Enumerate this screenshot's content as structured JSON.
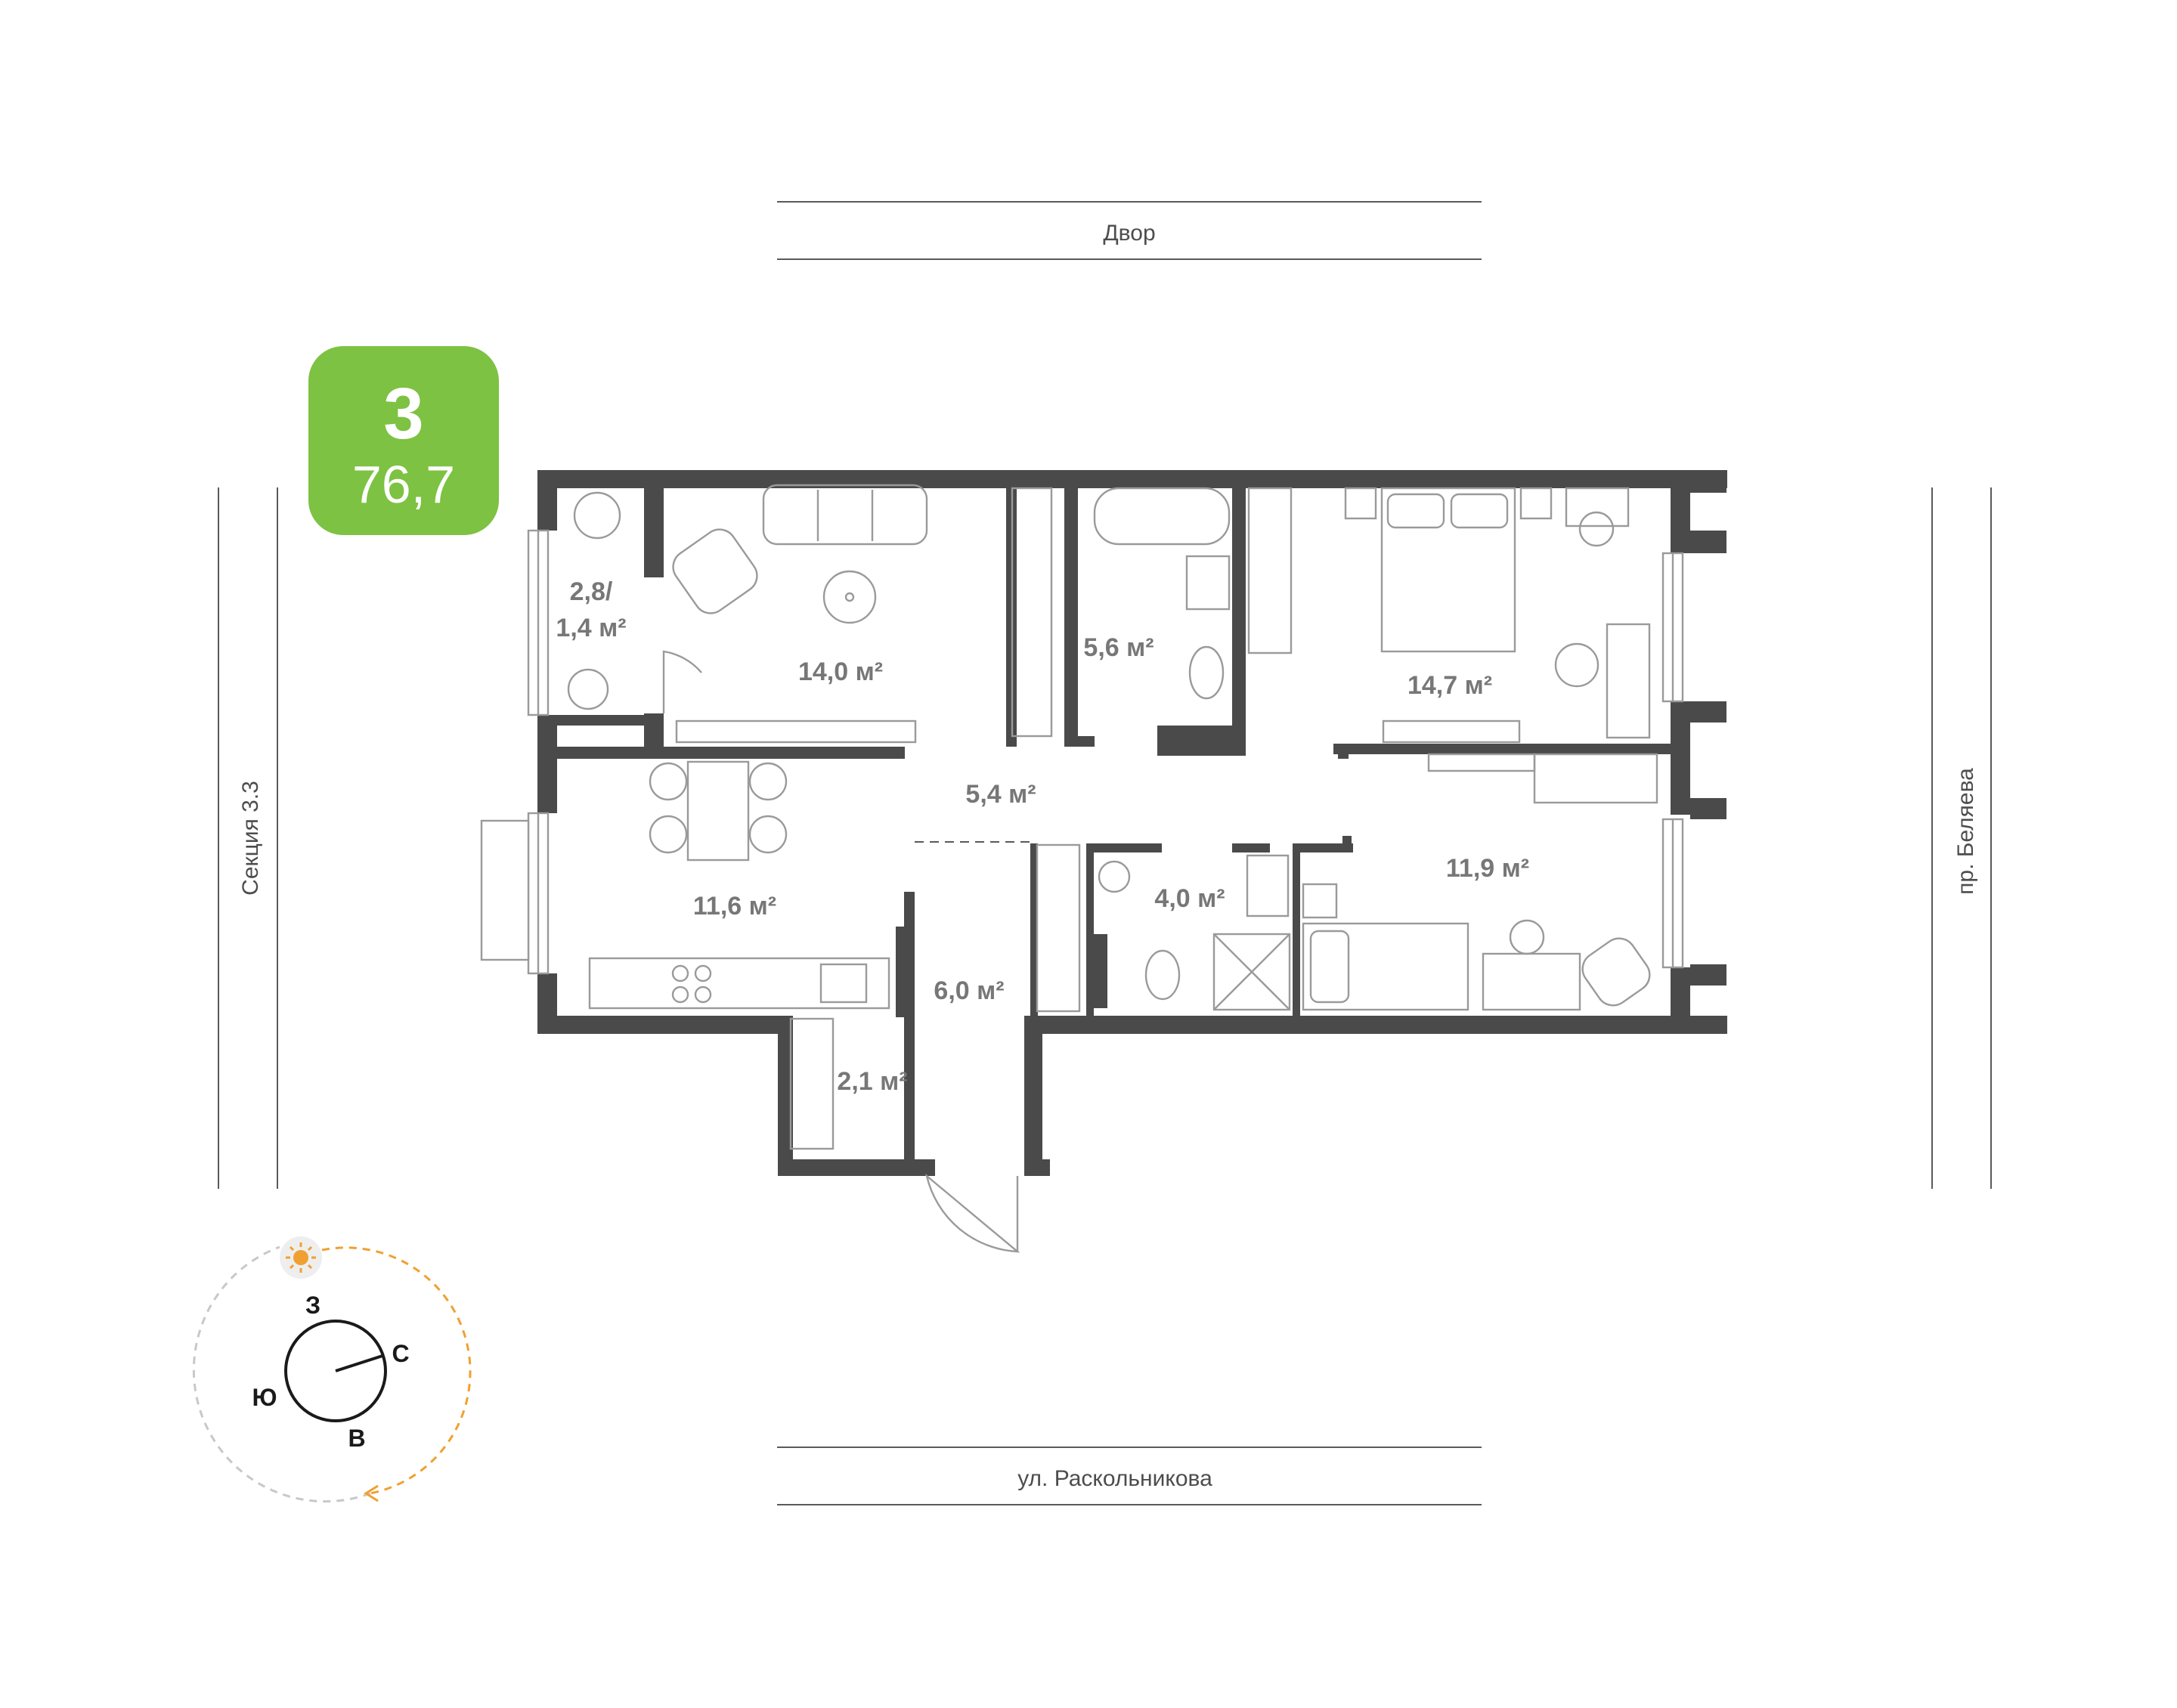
{
  "badge": {
    "rooms": "3",
    "area": "76,7",
    "color": "#7dc242"
  },
  "streets": {
    "top": "Двор",
    "bottom": "ул. Раскольникова",
    "left": "Секция 3.3",
    "right": "пр. Беляева"
  },
  "rooms": {
    "balcony_line1": "2,8/",
    "balcony_line2": "1,4 м²",
    "living": "14,0 м²",
    "bath_top": "5,6 м²",
    "bedroom_top": "14,7 м²",
    "hall": "5,4 м²",
    "kitchen": "11,6 м²",
    "bath_small": "4,0 м²",
    "bedroom_bottom": "11,9 м²",
    "corridor": "6,0 м²",
    "storage": "2,1 м²"
  },
  "compass": {
    "west": "З",
    "north": "С",
    "south": "Ю",
    "east": "В",
    "sun_icon": "sun-icon",
    "arc_color": "#f0a030"
  },
  "colors": {
    "wall": "#4a4a4a",
    "furniture": "#9a9a9a",
    "label": "#777777"
  }
}
